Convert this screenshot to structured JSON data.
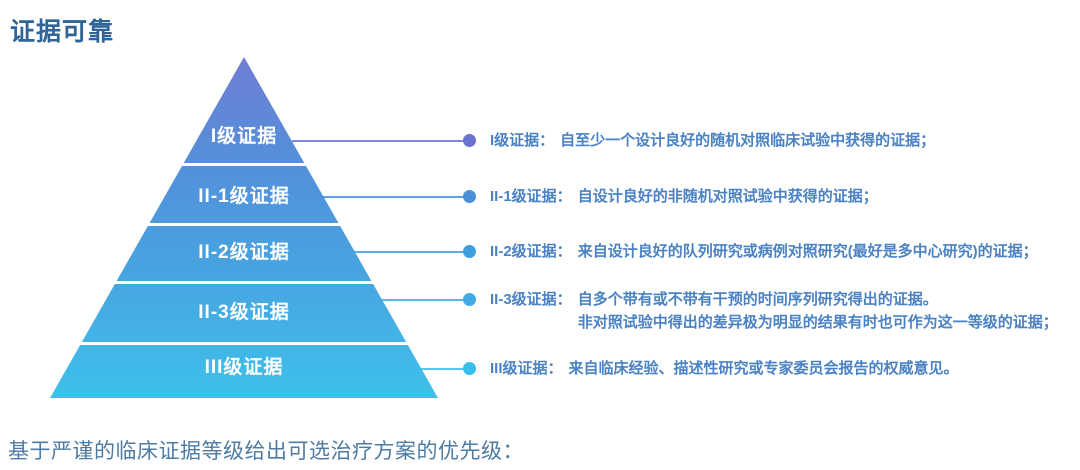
{
  "title": "证据可靠",
  "footer": "基于严谨的临床证据等级给出可选治疗方案的优先级：",
  "colors": {
    "title_color": "#2e6596",
    "footer_color": "#4e7ba3",
    "row_text_color": "#4a82c4",
    "pyramid_gradient_top": "#6f7ed4",
    "pyramid_gradient_bottom": "#3ec0ea"
  },
  "pyramid": {
    "levels": [
      {
        "label": "I级证据"
      },
      {
        "label": "II-1级证据"
      },
      {
        "label": "II-2级证据"
      },
      {
        "label": "II-3级证据"
      },
      {
        "label": "III级证据"
      }
    ]
  },
  "rows": [
    {
      "label": "I级证据：",
      "desc": "自至少一个设计良好的随机对照临床试验中获得的证据；",
      "color": "#6b73d0"
    },
    {
      "label": "II-1级证据：",
      "desc": "自设计良好的非随机对照试验中获得的证据；",
      "color": "#4a8fd7"
    },
    {
      "label": "II-2级证据：",
      "desc": "来自设计良好的队列研究或病例对照研究(最好是多中心研究)的证据；",
      "color": "#3f9edd"
    },
    {
      "label": "II-3级证据：",
      "desc": "自多个带有或不带有干预的时间序列研究得出的证据。",
      "desc2": "非对照试验中得出的差异极为明显的结果有时也可作为这一等级的证据；",
      "color": "#41abe3"
    },
    {
      "label": "III级证据：",
      "desc": "来自临床经验、描述性研究或专家委员会报告的权威意见。",
      "color": "#37bde9"
    }
  ]
}
